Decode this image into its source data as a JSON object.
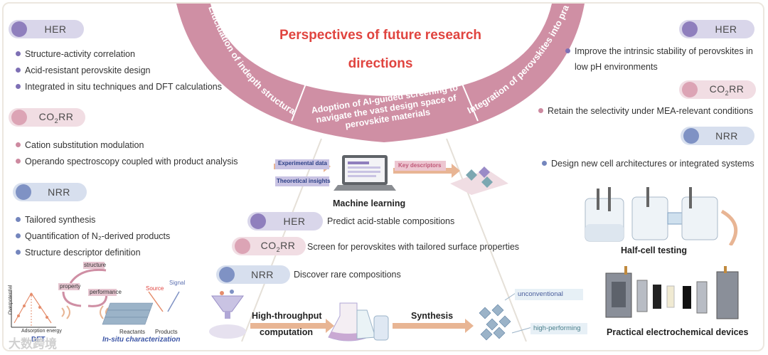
{
  "title": "Perspectives of future research directions",
  "arc_sections": {
    "left": "Elucidation of indepth structural-property–performance correlations",
    "middle": "Adoption of AI-guided screening to navigate the vast design space of perovskite materials",
    "right": "Integration of perovskites into practical devices and system-level compatibility"
  },
  "left_panel": {
    "her": {
      "label": "HER",
      "items": [
        "Structure-activity  correlation",
        "Acid-resistant perovskite design",
        "Integrated in situ techniques and DFT calculations"
      ]
    },
    "co2rr": {
      "label_main": "CO",
      "label_sub": "2",
      "label_tail": "RR",
      "items": [
        "Cation substitution modulation",
        "Operando spectroscopy coupled with product analysis"
      ]
    },
    "nrr": {
      "label": "NRR",
      "items": [
        "Tailored synthesis",
        "Quantification of N₂-derived products",
        "Structure descriptor definition"
      ]
    },
    "illustration": {
      "structure": "structure",
      "property": "property",
      "performance": "performance",
      "volcano_ylabel": "Overpotential",
      "volcano_xlabel": "Adsorption energy",
      "dft": "DFT",
      "insitu": "In-situ characterization",
      "reactants": "Reactants",
      "products": "Products",
      "source": "Source",
      "signal": "Signal"
    }
  },
  "middle_panel": {
    "experimental_data": "Experimental data",
    "theoretical_insights": "Theoretical insights",
    "key_descriptors": "Key descriptors",
    "machine_learning": "Machine learning",
    "her": {
      "label": "HER",
      "text": "Predict acid-stable compositions"
    },
    "co2rr": {
      "label_main": "CO",
      "label_sub": "2",
      "label_tail": "RR",
      "text": "Screen for perovskites with tailored surface properties"
    },
    "nrr": {
      "label": "NRR",
      "text": "Discover rare compositions"
    },
    "htc_line1": "High-throughput",
    "htc_line2": "computation",
    "synthesis": "Synthesis",
    "unconventional": "unconventional",
    "high_performing": "high-performing"
  },
  "right_panel": {
    "her": {
      "label": "HER",
      "items": [
        "Improve the intrinsic stability of perovskites in",
        "low pH environments"
      ]
    },
    "co2rr": {
      "label_main": "CO",
      "label_sub": "2",
      "label_tail": "RR",
      "items": [
        "Retain the selectivity under MEA-relevant conditions"
      ]
    },
    "nrr": {
      "label": "NRR",
      "items": [
        "Design new cell architectures or integrated systems"
      ]
    },
    "half_cell": "Half-cell testing",
    "practical": "Practical electrochemical devices"
  },
  "watermark": "大数跨境",
  "colors": {
    "arc": "#cf8fa4",
    "title": "#e0443f",
    "her": "#8f7fbd",
    "co2rr": "#dca4b5",
    "nrr": "#7f92c4",
    "arrow": "#e8b594"
  }
}
